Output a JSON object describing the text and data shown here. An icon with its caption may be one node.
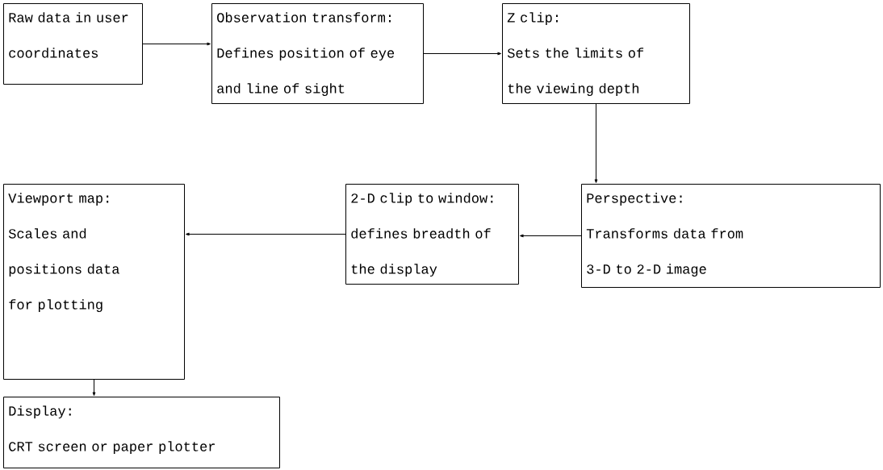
{
  "diagram": {
    "nodes": [
      {
        "text": [
          "Raw data in user coordinates"
        ]
      },
      {
        "text": [
          "Observation transform:",
          "Defines position of eye and line of sight"
        ]
      },
      {
        "text": [
          "Z clip:",
          "Sets the limits of the viewing depth"
        ]
      },
      {
        "text": [
          "Perspective:",
          "Transforms data from 3-D to 2-D image"
        ]
      },
      {
        "text": [
          "2-D clip to window:",
          "defines breadth of the display"
        ]
      },
      {
        "text": [
          "Viewport map:",
          "Scales and positions data for plotting"
        ]
      },
      {
        "text": [
          "Display:",
          "CRT screen or paper plotter"
        ]
      }
    ],
    "edges": [
      {
        "from": 0,
        "to": 1,
        "arrow": "to"
      },
      {
        "from": 1,
        "to": 2,
        "arrow": "to"
      },
      {
        "from": 2,
        "to": 3,
        "arrow": "to"
      },
      {
        "from": 3,
        "to": 4,
        "arrow": "to"
      },
      {
        "from": 4,
        "to": 5,
        "arrow": "to"
      },
      {
        "from": 5,
        "to": 6,
        "arrow": "to"
      }
    ]
  }
}
